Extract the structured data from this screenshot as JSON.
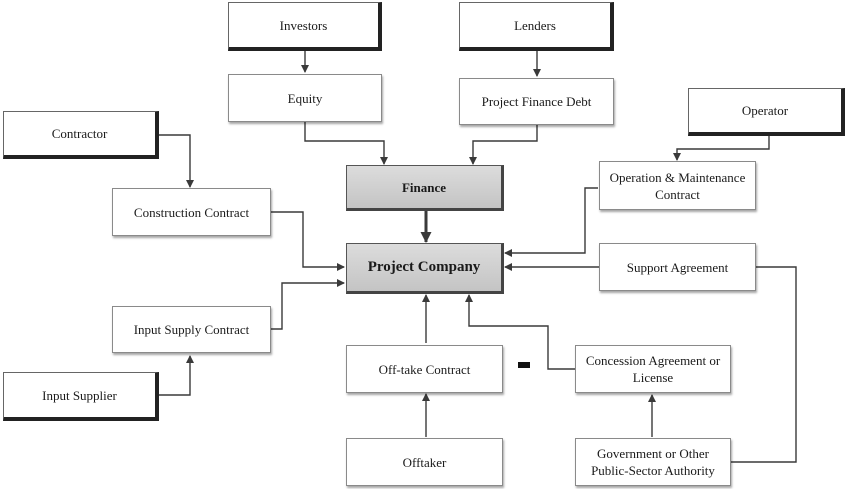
{
  "diagram": {
    "investors": "Investors",
    "lenders": "Lenders",
    "equity": "Equity",
    "project_finance_debt": "Project Finance Debt",
    "contractor": "Contractor",
    "operator": "Operator",
    "finance": "Finance",
    "construction_contract": "Construction Contract",
    "om_contract_line1": "Operation & Maintenance",
    "om_contract_line2": "Contract",
    "project_company": "Project Company",
    "support_agreement": "Support Agreement",
    "input_supply_contract": "Input Supply Contract",
    "input_supplier": "Input Supplier",
    "offtake_contract": "Off-take Contract",
    "concession_line1": "Concession Agreement or",
    "concession_line2": "License",
    "offtaker": "Offtaker",
    "government_line1": "Government or Other",
    "government_line2": "Public-Sector Authority"
  },
  "colors": {
    "line": "#3a3a3a",
    "center_fill": "#cfcfcf"
  }
}
